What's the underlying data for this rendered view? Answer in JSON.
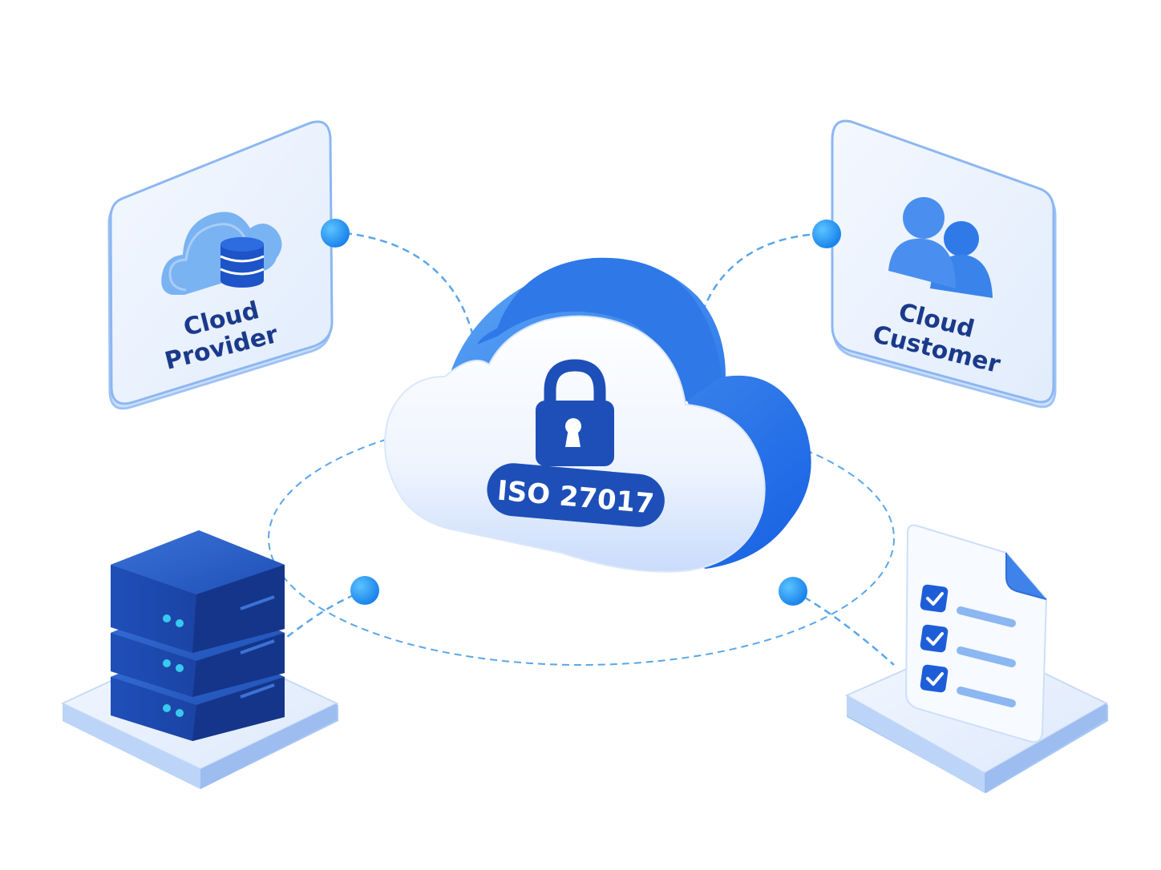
{
  "cloud_provider_card": {
    "line1": "Cloud",
    "line2": "Provider",
    "icon": "cloud-database-icon"
  },
  "cloud_customer_card": {
    "line1": "Cloud",
    "line2": "Customer",
    "icon": "users-icon"
  },
  "central_cloud": {
    "badge": "ISO 27017",
    "icon": "padlock-icon"
  },
  "server_platform": {
    "icon": "server-stack-icon"
  },
  "checklist_platform": {
    "icon": "checklist-document-icon"
  },
  "colors": {
    "primary_blue": "#1d64e0",
    "dark_navy": "#1e3f9e",
    "light_blue": "#6fa9f2",
    "card_fill": "#eaf1fd",
    "card_border": "#8cb7f2",
    "connector_dot": "#1a8ff0",
    "dashed_line": "#5aa6ea",
    "accent_cyan": "#38c9f0"
  }
}
